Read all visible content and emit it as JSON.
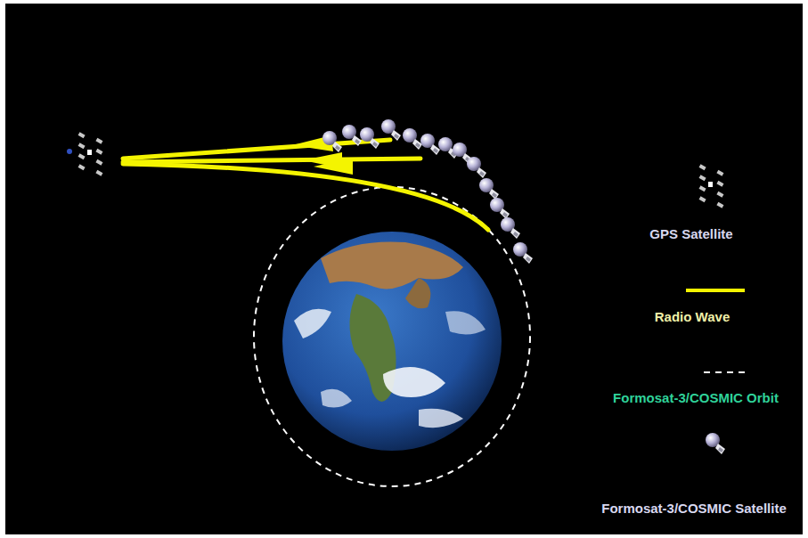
{
  "diagram": {
    "legend": [
      {
        "text": "GPS Satellite"
      },
      {
        "text": "Radio Wave"
      },
      {
        "text": "Formosat-3/COSMIC Orbit"
      },
      {
        "text": "Formosat-3/COSMIC Satellite"
      }
    ]
  }
}
